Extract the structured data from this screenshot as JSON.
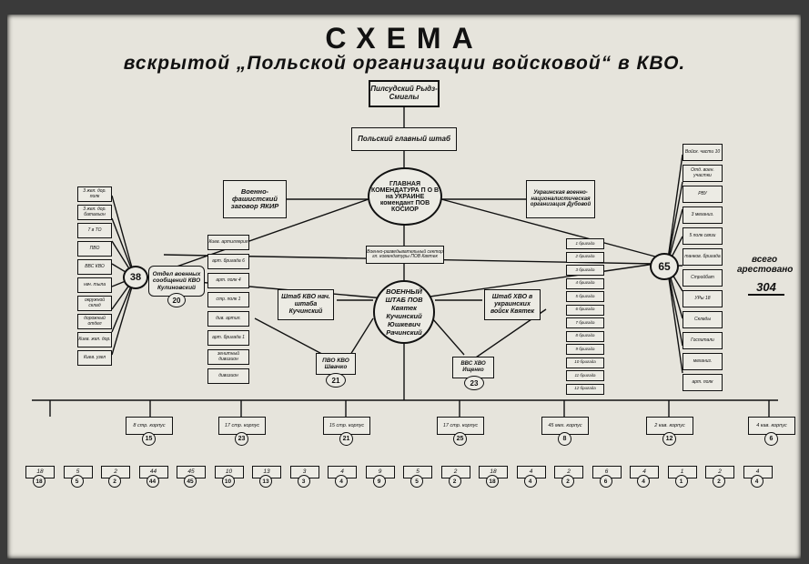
{
  "title": "СХЕМА",
  "subtitle": "вскрытой „Польской организации войсковой“ в КВО.",
  "nodes": {
    "pilsudski": "Пилсудский Рыдз-Смиглы",
    "polish_staff": "Польский главный штаб",
    "main_command": "ГЛАВНАЯ КОМЕНДАТУРА П О В на УКРАИНЕ комендант ПОВ КОСИОР",
    "fascist_plot": "Военно-фашистский заговор ЯКИР",
    "ukr_org": "Украинская военно-националистическая организация Дубовой",
    "sector": "Военно-разведывательный сектор гл. комендатуры ПОВ Квятек",
    "military_staff": "ВОЕННЫЙ ШТАБ ПОВ Квятек Кучинский Юшкевич Рачинский",
    "kvo_staff": "Штаб КВО нач. штаба Кучинский",
    "hvo_staff": "Штаб ХВО в украинских войск Квятек",
    "comm_dept": "Отдел военных сообщений КВО Кулиновский",
    "comm_num": "20",
    "left_circle": "38",
    "right_circle": "65",
    "pvo_kvo": "ПВО КВО Швачко",
    "pvo_kvo_num": "21",
    "vvs": "ВВС ХВО Ищенко",
    "vvs_num": "23",
    "total_label": "всего арестовано",
    "total_num": "304"
  },
  "left_list": [
    "3 жел. дор. полк",
    "3 жел. дор. батальон",
    "7 в ТО",
    "ПВО",
    "ВВС КВО",
    "нач. тыла",
    "окружной склад",
    "дорожный отдел",
    "Киев. жел. дор.",
    "Киев. узел"
  ],
  "right_list": [
    "Войск. части 10",
    "Отд. воен. участки",
    "РВУ",
    "3 механиз.",
    "5 полк связи",
    "танков. бригада",
    "Стройбат",
    "УРы 18",
    "Склады",
    "Госпитали",
    "механиз.",
    "арт. полк"
  ],
  "mid_left_list": [
    "Киев. артиллерия",
    "арт. бригада 6",
    "арт. полк 4",
    "стр. полк 1",
    "див. артил.",
    "арт. бригада 1",
    "зенитный дивизион",
    "дивизион"
  ],
  "mid_right_list": [
    "1 бригада",
    "2 бригада",
    "3 бригада",
    "4 бригада",
    "5 бригада",
    "6 бригада",
    "7 бригада",
    "8 бригада",
    "9 бригада",
    "10 бригада",
    "11 бригада",
    "12 бригада"
  ],
  "corps": [
    {
      "name": "8 стр. корпус",
      "num": "15"
    },
    {
      "name": "17 стр. корпус",
      "num": "23"
    },
    {
      "name": "15 стр. корпус",
      "num": "21"
    },
    {
      "name": "17 стр. корпус",
      "num": "25"
    },
    {
      "name": "45 мех. корпус",
      "num": "8"
    },
    {
      "name": "2 кав. корпус",
      "num": "12"
    },
    {
      "name": "4 кав. корпус",
      "num": "6"
    }
  ],
  "divisions": [
    "18",
    "5",
    "2",
    "44",
    "45",
    "10",
    "13",
    "3",
    "4",
    "9",
    "5",
    "2",
    "18",
    "4",
    "2",
    "6",
    "4",
    "1",
    "2",
    "4"
  ]
}
